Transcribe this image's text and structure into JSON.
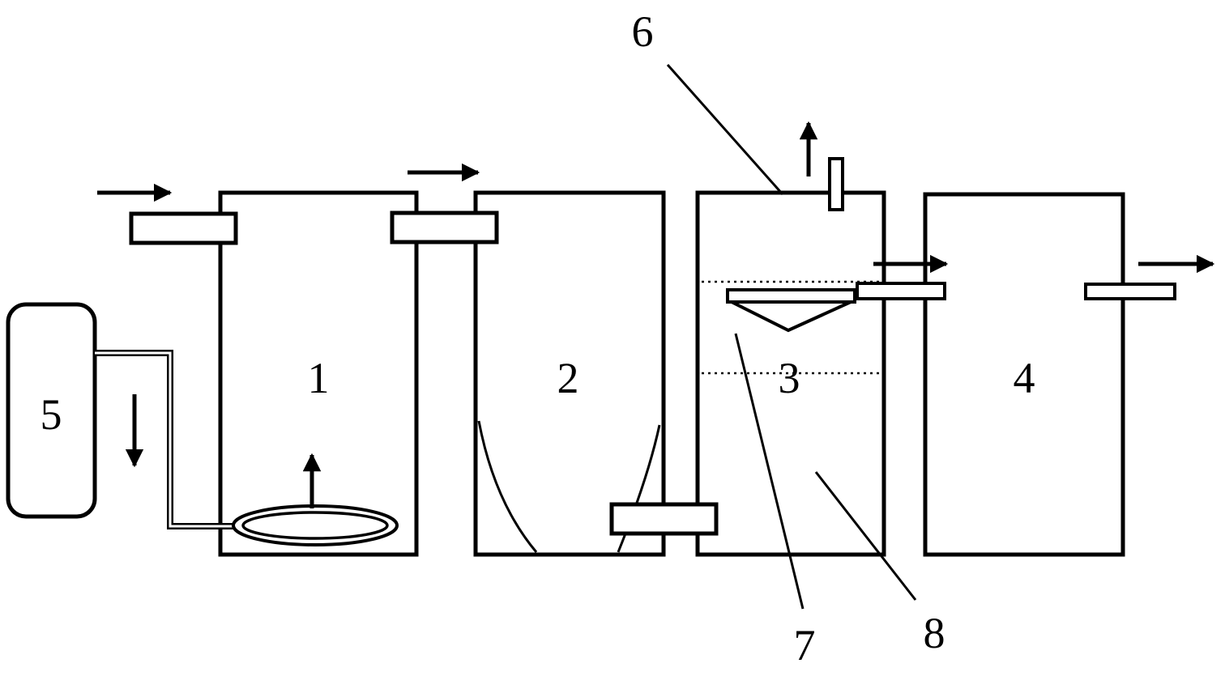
{
  "diagram": {
    "labels": {
      "tank1": "1",
      "tank2": "2",
      "tank3": "3",
      "tank4": "4",
      "unit5": "5",
      "callout6": "6",
      "callout7": "7",
      "callout8": "8"
    },
    "colors": {
      "stroke": "#000000",
      "background": "#ffffff"
    },
    "icons": [
      "arrow-right-icon",
      "arrow-up-icon",
      "arrow-down-icon"
    ]
  }
}
